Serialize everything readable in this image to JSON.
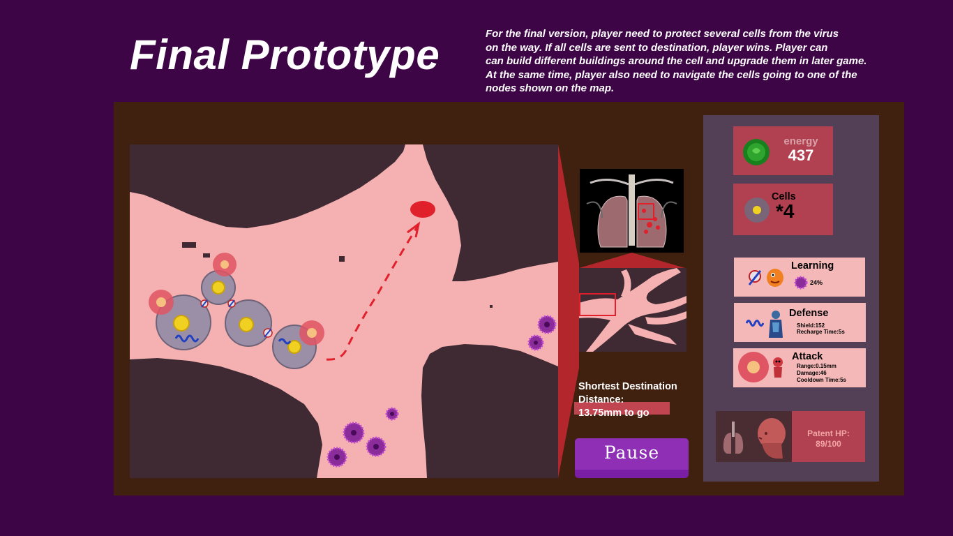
{
  "header": {
    "title": "Final Prototype",
    "description_lines": [
      "For the final version, player need to protect several cells from the virus",
      "on the way. If all cells are sent to destination, player wins. Player can",
      "can build different buildings around the cell and upgrade them in later game.",
      "At the same time, player also need to navigate the cells going to one of the",
      "nodes shown on the map."
    ]
  },
  "colors": {
    "background": "#3d0446",
    "frame": "#40200f",
    "tissue": "#f5b1b1",
    "wall": "#3f2a33",
    "stat_box": "#b14150",
    "card": "#f5b8b8",
    "pause_button": "#8e2fb5",
    "destination": "#e0202a"
  },
  "resources": {
    "energy_label": "energy",
    "energy_value": "437",
    "cells_label": "Cells",
    "cells_value": "*4"
  },
  "upgrades": {
    "learning": {
      "title": "Learning",
      "progress": "24%"
    },
    "defense": {
      "title": "Defense",
      "shield": "Shield:152",
      "recharge": "Recharge Time:5s"
    },
    "attack": {
      "title": "Attack",
      "range": "Range:0.15mm",
      "damage": "Damage:46",
      "cooldown": "Cooldown Time:5s"
    }
  },
  "navigation": {
    "distance_lines": [
      "Shortest Destination",
      "Distance:",
      "13.75mm to go"
    ]
  },
  "controls": {
    "pause_label": "Pause"
  },
  "patient": {
    "hp_label": "Patent HP:",
    "hp_value": "89/100"
  },
  "icons": [
    "energy-orb-icon",
    "cell-icon",
    "tower-icon",
    "monster-icon",
    "virus-icon",
    "shield-dna-icon",
    "knight-icon",
    "attack-circle-icon",
    "red-creature-icon",
    "lungs-icon",
    "patient-head-icon"
  ]
}
